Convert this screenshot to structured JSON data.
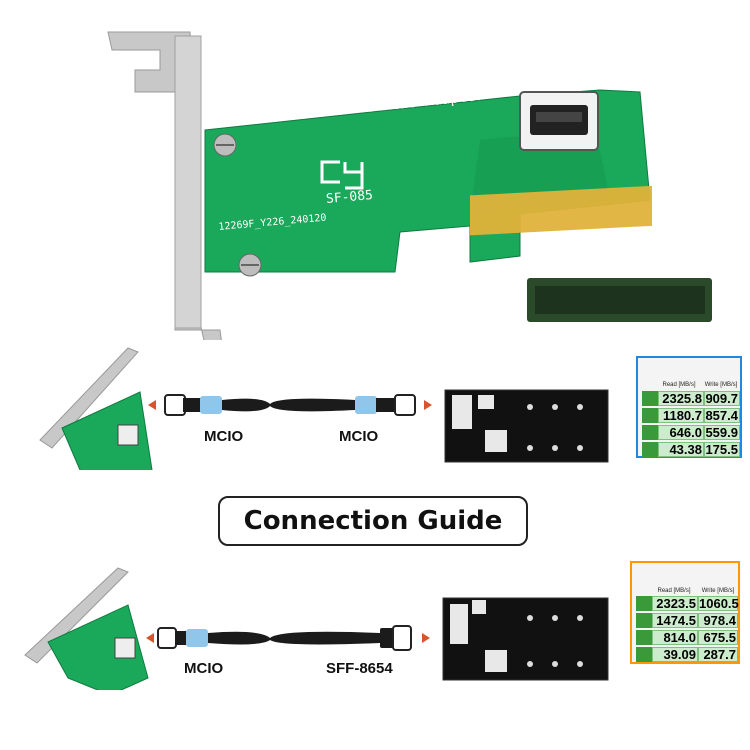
{
  "board": {
    "title": "PCIe X4 TO MCIO Adapter",
    "model": "SF-085",
    "serial": "12269F_Y226_240120"
  },
  "guide": {
    "title": "Connection Guide"
  },
  "row1": {
    "left_label": "MCIO",
    "right_label": "MCIO"
  },
  "row2": {
    "left_label": "MCIO",
    "right_label": "SFF-8654"
  },
  "bench1": {
    "read_header": "Read [MB/s]",
    "write_header": "Write [MB/s]",
    "border_color": "#1e88e5",
    "rows": [
      {
        "read": "2325.8",
        "write": "909.7"
      },
      {
        "read": "1180.7",
        "write": "857.4"
      },
      {
        "read": "646.0",
        "write": "559.9"
      },
      {
        "read": "43.38",
        "write": "175.5"
      }
    ]
  },
  "bench2": {
    "read_header": "Read [MB/s]",
    "write_header": "Write [MB/s]",
    "border_color": "#ff9800",
    "rows": [
      {
        "read": "2323.5",
        "write": "1060.5"
      },
      {
        "read": "1474.5",
        "write": "978.4"
      },
      {
        "read": "814.0",
        "write": "675.5"
      },
      {
        "read": "39.09",
        "write": "287.7"
      }
    ]
  }
}
